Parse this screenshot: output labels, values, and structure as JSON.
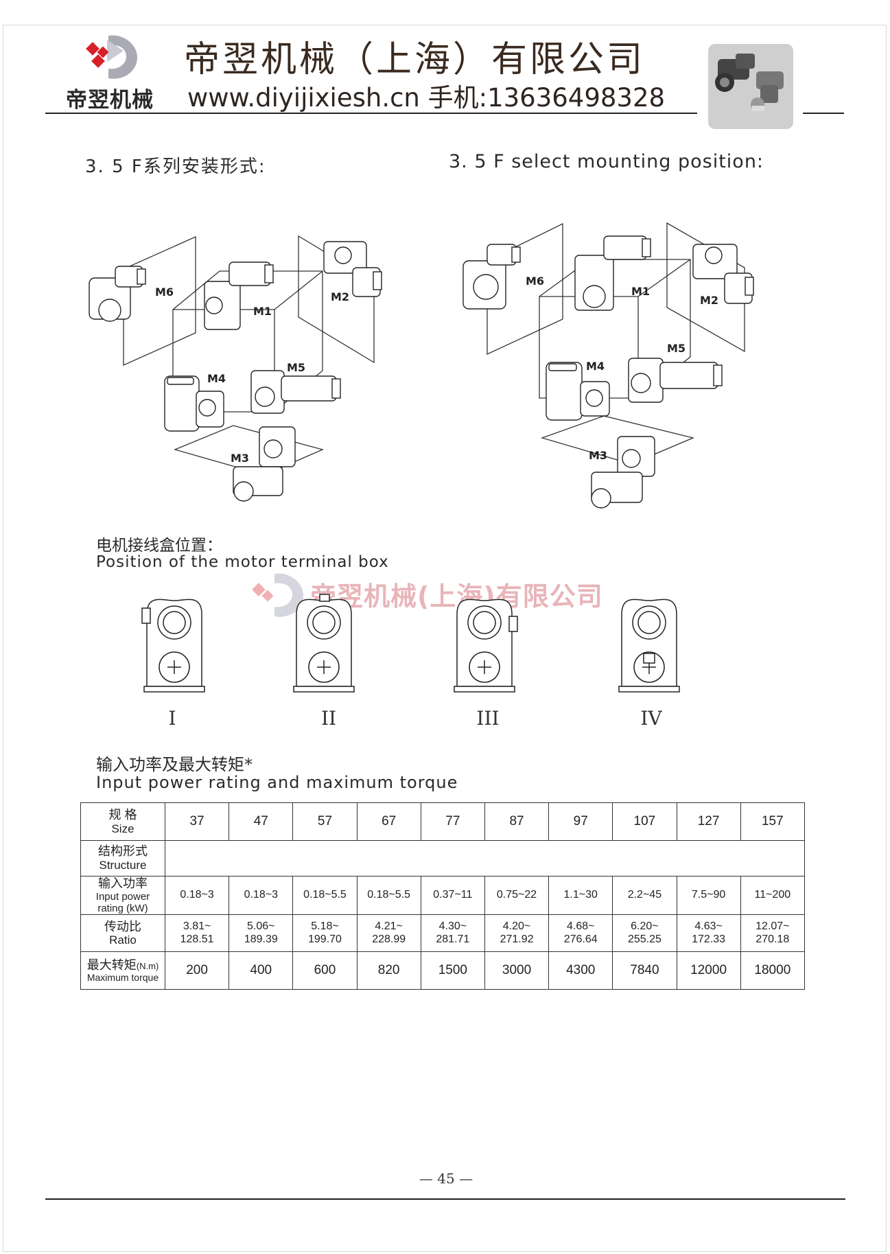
{
  "header": {
    "brand": "帝翌机械",
    "company": "帝翌机械（上海）有限公司",
    "website_phone": "www.diyijixiesh.cn  手机:13636498328"
  },
  "section_mounting": {
    "heading_zh": "3. 5  F系列安装形式:",
    "heading_en": "3. 5  F select mounting position:",
    "positions": [
      "M1",
      "M2",
      "M3",
      "M4",
      "M5",
      "M6"
    ]
  },
  "section_terminal_box": {
    "heading_zh": "电机接线盒位置：",
    "heading_en": "Position of the motor terminal box",
    "labels": [
      "I",
      "II",
      "III",
      "IV"
    ]
  },
  "watermark": "帝翌机械(上海)有限公司",
  "section_power": {
    "heading_zh": "输入功率及最大转矩*",
    "heading_en": "Input power rating and maximum torque",
    "row_headers": {
      "size": {
        "zh": "规  格",
        "en": "Size"
      },
      "structure": {
        "zh": "结构形式",
        "en": "Structure"
      },
      "power": {
        "zh": "输入功率",
        "en1": "Input power",
        "en2": "rating (kW)"
      },
      "ratio": {
        "zh": "传动比",
        "en": "Ratio"
      },
      "torque": {
        "zh": "最大转矩",
        "unit": "(N.m)",
        "en": "Maximum torque"
      }
    },
    "sizes": [
      "37",
      "47",
      "57",
      "67",
      "77",
      "87",
      "97",
      "107",
      "127",
      "157"
    ],
    "power": [
      "0.18~3",
      "0.18~3",
      "0.18~5.5",
      "0.18~5.5",
      "0.37~11",
      "0.75~22",
      "1.1~30",
      "2.2~45",
      "7.5~90",
      "11~200"
    ],
    "ratio_min": [
      "3.81~",
      "5.06~",
      "5.18~",
      "4.21~",
      "4.30~",
      "4.20~",
      "4.68~",
      "6.20~",
      "4.63~",
      "12.07~"
    ],
    "ratio_max": [
      "128.51",
      "189.39",
      "199.70",
      "228.99",
      "281.71",
      "271.92",
      "276.64",
      "255.25",
      "172.33",
      "270.18"
    ],
    "torque": [
      "200",
      "400",
      "600",
      "820",
      "1500",
      "3000",
      "4300",
      "7840",
      "12000",
      "18000"
    ]
  },
  "page_number": "— 45 —"
}
